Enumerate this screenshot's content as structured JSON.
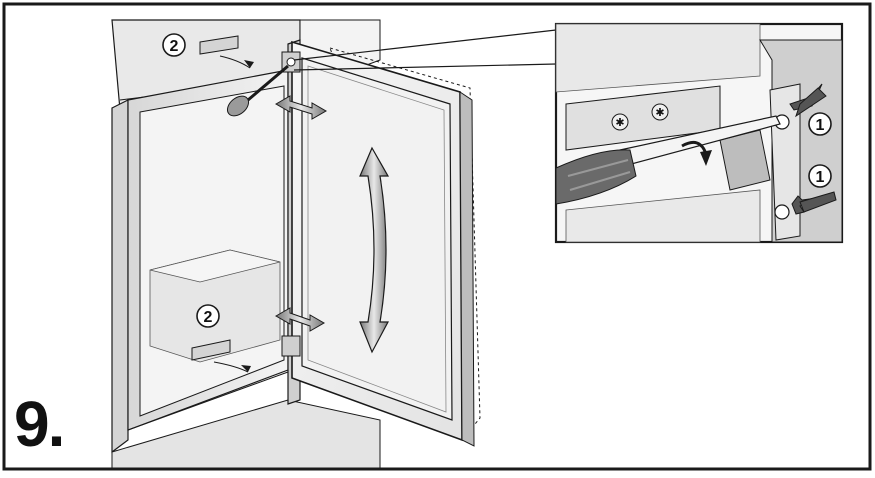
{
  "step": {
    "number": "9."
  },
  "callouts": {
    "hinge_screw_label": "1",
    "cover_label": "2"
  },
  "icons": {
    "screwdriver": "screwdriver-icon",
    "rotation_arrow": "rotate-arrow-icon",
    "swing_arrow": "door-swing-arrow-icon",
    "adjust_arrow": "adjust-arrow-icon"
  },
  "colors": {
    "line": "#1a1a1a",
    "shade_light": "#efefef",
    "shade_mid": "#d9d9d9",
    "shade_dark": "#bdbdbd",
    "arrow_fill": "#555555"
  }
}
